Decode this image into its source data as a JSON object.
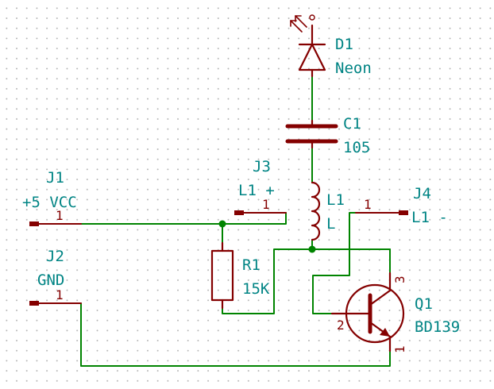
{
  "components": {
    "J1": {
      "ref": "J1",
      "value": "+5 VCC",
      "pin": "1"
    },
    "J2": {
      "ref": "J2",
      "value": "GND",
      "pin": "1"
    },
    "J3": {
      "ref": "J3",
      "value": "L1 +",
      "pin": "1"
    },
    "J4": {
      "ref": "J4",
      "value": "L1 -",
      "pin": "1"
    },
    "D1": {
      "ref": "D1",
      "value": "Neon"
    },
    "C1": {
      "ref": "C1",
      "value": "105"
    },
    "L1": {
      "ref": "L1",
      "value": "L"
    },
    "R1": {
      "ref": "R1",
      "value": "15K"
    },
    "Q1": {
      "ref": "Q1",
      "value": "BD139",
      "pins": {
        "base": "2",
        "collector": "3",
        "emitter": "1"
      }
    }
  },
  "colors": {
    "wire": "#008400",
    "component_body": "#840000",
    "label_text": "#008484",
    "background": "#ffffff",
    "grid_dots": "#b4b4b4"
  }
}
